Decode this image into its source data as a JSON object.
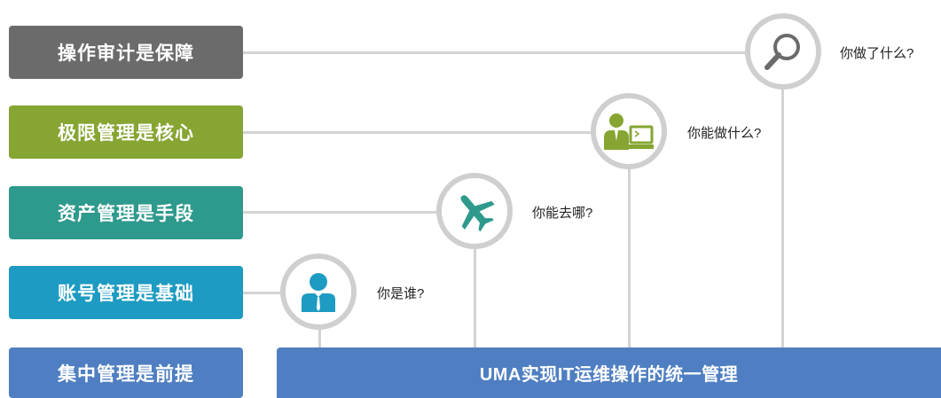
{
  "rows": {
    "audit": "操作审计是保障",
    "permission": "极限管理是核心",
    "asset": "资产管理是手段",
    "account": "账号管理是基础",
    "central": "集中管理是前提"
  },
  "bottom_bar": "UMA实现IT运维操作的统一管理",
  "questions": {
    "audit": "你做了什么?",
    "permission": "你能做什么?",
    "asset": "你能去哪?",
    "account": "你是谁?"
  },
  "icons": {
    "audit": "magnifier-icon",
    "permission": "user-computer-icon",
    "asset": "airplane-icon",
    "account": "user-tie-icon"
  },
  "colors": {
    "audit": "#6b6b6b",
    "permission": "#86a532",
    "asset": "#2e9a8d",
    "account": "#1d9bc2",
    "central": "#4f7fc2",
    "connector": "#d3d3d3"
  }
}
